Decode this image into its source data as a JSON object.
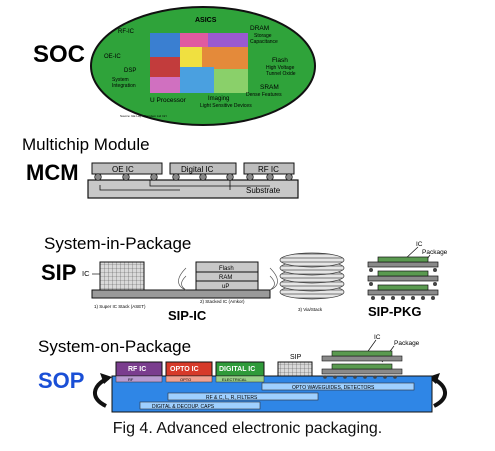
{
  "soc": {
    "label": "SOC",
    "asics": "ASICS",
    "rfic": "RF-IC",
    "dram": "DRAM",
    "dram_sub1": "Storage",
    "dram_sub2": "Capacitance",
    "oeic": "OE-IC",
    "dsp": "DSP",
    "system1": "System",
    "system2": "Integration",
    "flash": "Flash",
    "flash_sub1": "High Voltage",
    "flash_sub2": "Tunnel Oxide",
    "sram": "SRAM",
    "sram_sub": "Dense Features",
    "uproc": "U Processor",
    "imaging": "Imaging",
    "imaging_sub": "Light Sensitive Devices",
    "footnote": "Source: GE   Lay - Mai Idem Ltd Int'l"
  },
  "mcm": {
    "heading": "Multichip Module",
    "label": "MCM",
    "oe_ic": "OE IC",
    "digital_ic": "Digital IC",
    "rf_ic": "RF IC",
    "substrate": "Substrate"
  },
  "sip": {
    "heading": "System-in-Package",
    "label": "SIP",
    "ic_left": "IC",
    "flash": "Flash",
    "ram": "RAM",
    "up": "uP",
    "sub1": "1) Super IC Stack (ASET)",
    "sub2": "2) Stacked IC (Amkor)",
    "sub3": "3) Via/Stack",
    "sip_ic": "SIP-IC",
    "ic_right": "IC",
    "package": "Package",
    "sip_pkg": "SIP-PKG"
  },
  "sop": {
    "heading": "System-on-Package",
    "label": "SOP",
    "rf_ic": "RF IC",
    "rf_sub": "RF",
    "opto_ic": "OPTO IC",
    "opto_sub": "OPTO",
    "digital_ic": "DIGITAL IC",
    "electrical": "ELECTRICAL",
    "sip": "SIP",
    "ic": "IC",
    "package": "Package",
    "waveguides": "OPTO WAVEGUIDES, DETECTORS",
    "filters": "RF & C, L, R, FILTERS",
    "caps": "DIGITAL & DECOUP. CAPS"
  },
  "caption": "Fig 4. Advanced electronic packaging."
}
